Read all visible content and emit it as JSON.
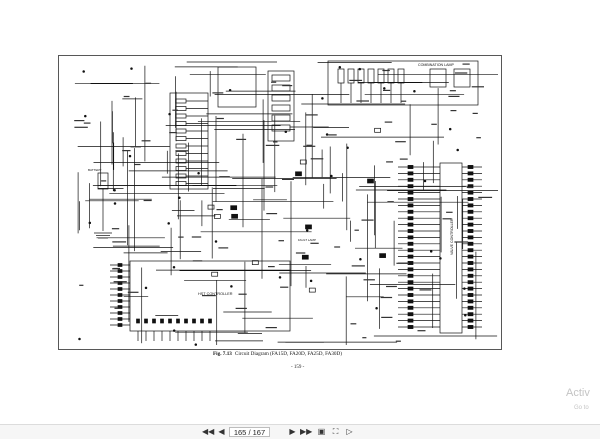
{
  "document": {
    "caption_fig": "Fig. 7.13",
    "caption_text": "Circuit Diagram (FA15D, FA20D, FA25D, FA30D)",
    "page_number": "- 159 -",
    "labels": {
      "combination_lamp": "COMBINATION LAMP",
      "hst_controller": "HST CONTROLLER",
      "valve_controller": "VALVE CONTROLLER",
      "battery": "BATTERY",
      "fault_lamp": "FAULT LAMP"
    }
  },
  "watermark": {
    "title": "Activ",
    "subtitle": "Go to"
  },
  "viewer": {
    "current_page": "165",
    "separator": "/",
    "total_pages": "167",
    "icons": [
      "chevron-left-icon",
      "chevron-double-left-icon",
      "chevron-right-icon",
      "chevron-double-right-icon",
      "fit-page-icon",
      "fullscreen-icon",
      "play-icon"
    ]
  }
}
